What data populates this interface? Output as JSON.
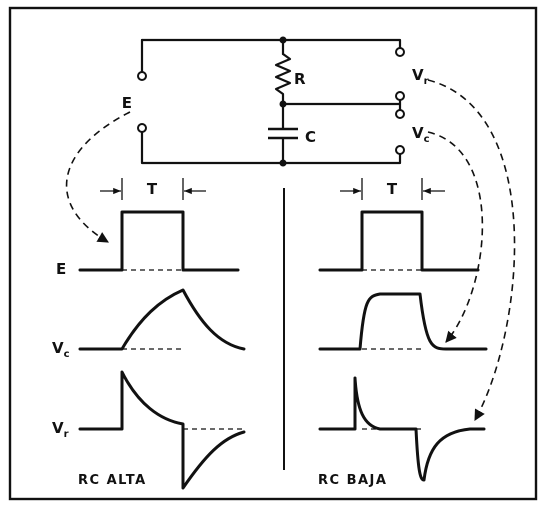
{
  "circuit": {
    "input_label": "E",
    "resistor_label": "R",
    "capacitor_label": "C",
    "vr_main": "V",
    "vr_sub": "r",
    "vc_main": "V",
    "vc_sub": "c"
  },
  "panels": {
    "period_label": "T",
    "e_label": "E",
    "vc_main": "V",
    "vc_sub": "c",
    "vr_main": "V",
    "vr_sub": "r",
    "left_caption": "RC ALTA",
    "right_caption": "RC BAJA"
  },
  "colors": {
    "ink": "#111111",
    "paper": "#ffffff"
  }
}
